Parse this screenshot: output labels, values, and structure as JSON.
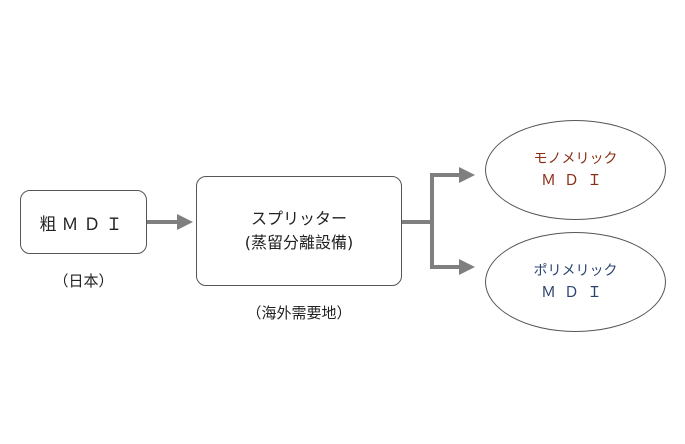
{
  "nodes": {
    "crude": {
      "label": "粗ＭＤＩ",
      "sublabel": "（日本）"
    },
    "splitter": {
      "line1": "スプリッター",
      "line2": "(蒸留分離設備)",
      "sublabel": "（海外需要地）"
    },
    "mono": {
      "line1": "モノメリック",
      "line2": "ＭＤＩ"
    },
    "poly": {
      "line1": "ポリメリック",
      "line2": "ＭＤＩ"
    }
  },
  "colors": {
    "arrow": "#7f7f7f",
    "border": "#555555",
    "mono_text": "#8b2e14",
    "poly_text": "#2a4470"
  }
}
